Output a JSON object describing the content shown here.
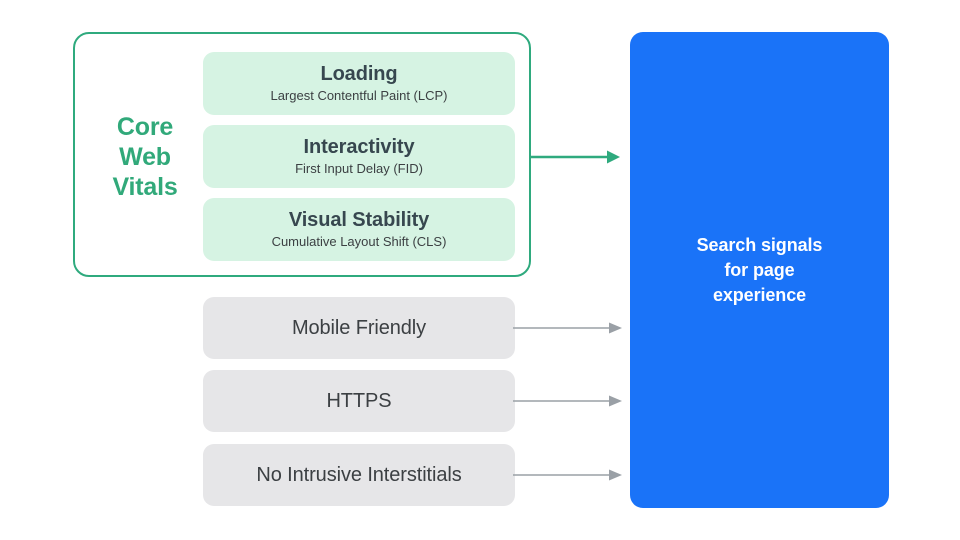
{
  "diagram": {
    "title": "Search signals for page experience",
    "colors": {
      "core_web_vitals_border": "#2faa7e",
      "core_web_vitals_label": "#31a97a",
      "vital_chip_background": "#d6f3e3",
      "gray_box_background": "#e6e6e8",
      "blue_panel_background": "#1a73f8",
      "green_arrow": "#2faa7e",
      "gray_arrow": "#9aa0a6",
      "body_text": "#3c4043",
      "heading_text": "#37474f",
      "panel_text": "#ffffff",
      "page_background": "#ffffff"
    }
  },
  "core_web_vitals": {
    "label_lines": [
      "Core",
      "Web",
      "Vitals"
    ],
    "chips": [
      {
        "title": "Loading",
        "subtitle": "Largest Contentful Paint (LCP)",
        "metric_abbreviation": "LCP"
      },
      {
        "title": "Interactivity",
        "subtitle": "First Input Delay (FID)",
        "metric_abbreviation": "FID"
      },
      {
        "title": "Visual Stability",
        "subtitle": "Cumulative Layout Shift (CLS)",
        "metric_abbreviation": "CLS"
      }
    ]
  },
  "other_signals": [
    {
      "label": "Mobile Friendly"
    },
    {
      "label": "HTTPS"
    },
    {
      "label": "No Intrusive Interstitials"
    }
  ],
  "destination": {
    "lines": [
      "Search signals",
      "for page",
      "experience"
    ]
  }
}
